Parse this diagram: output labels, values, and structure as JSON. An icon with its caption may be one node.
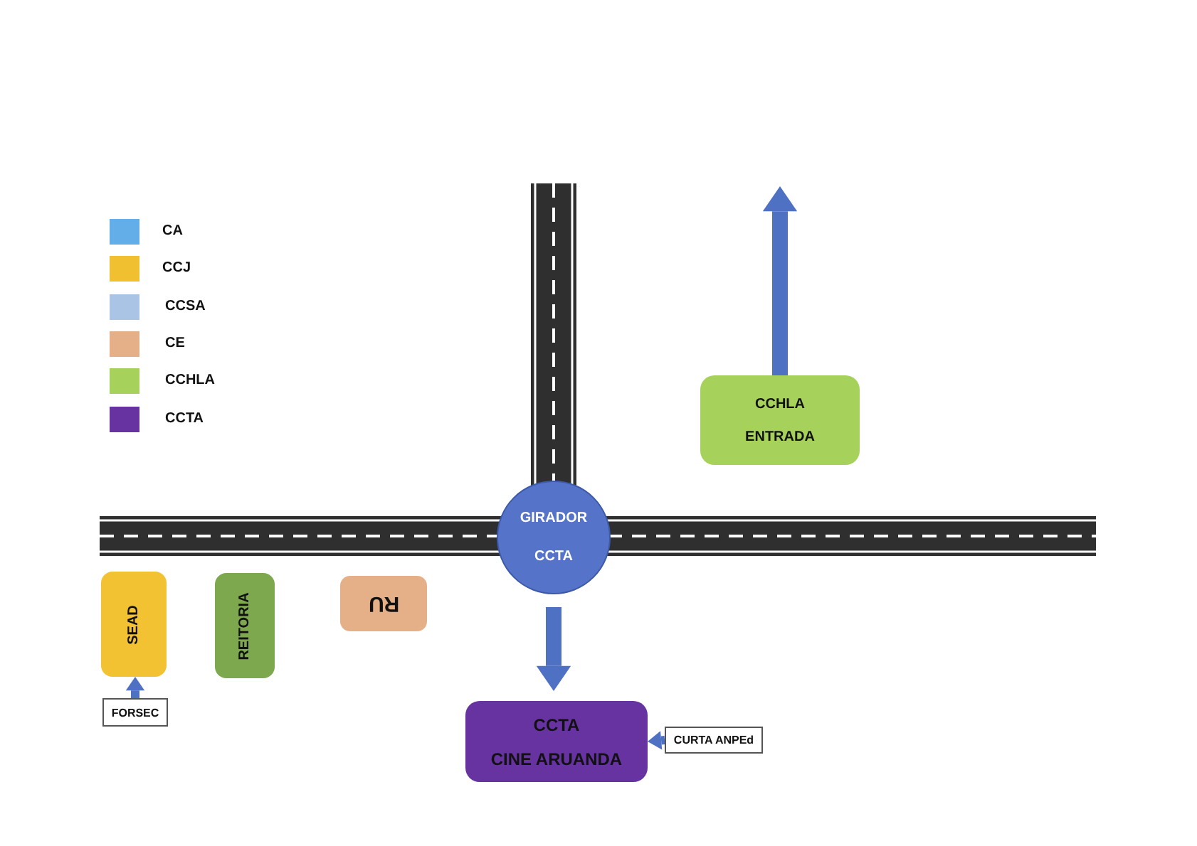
{
  "diagram": {
    "nodes": [
      {
        "text": [
          "GIRADOR",
          "CCTA"
        ]
      },
      {
        "text": [
          "CCHLA",
          "ENTRADA"
        ]
      },
      {
        "text": [
          "SEAD"
        ]
      },
      {
        "text": [
          "REITORIA"
        ]
      },
      {
        "text": [
          "RU"
        ]
      },
      {
        "text": [
          "FORSEC"
        ]
      },
      {
        "text": [
          "CCTA",
          "CINE ARUANDA"
        ]
      },
      {
        "text": [
          "CURTA ANPEd"
        ]
      }
    ],
    "edges": [
      {
        "from": 0,
        "to": 6,
        "arrow": "to",
        "style": "thick"
      },
      {
        "from": 1,
        "to": null,
        "arrow": "to",
        "style": "thick"
      },
      {
        "from": 5,
        "to": 2,
        "arrow": "to"
      },
      {
        "from": 7,
        "to": 6,
        "arrow": "to"
      }
    ],
    "legend": [
      {
        "text": "CA",
        "color": "#63aee8"
      },
      {
        "text": "CCJ",
        "color": "#f0c030"
      },
      {
        "text": "CCSA",
        "color": "#a9c4e4"
      },
      {
        "text": "CE",
        "color": "#e5b088"
      },
      {
        "text": "CCHLA",
        "color": "#a6d15a"
      },
      {
        "text": "CCTA",
        "color": "#6633a0"
      }
    ]
  }
}
